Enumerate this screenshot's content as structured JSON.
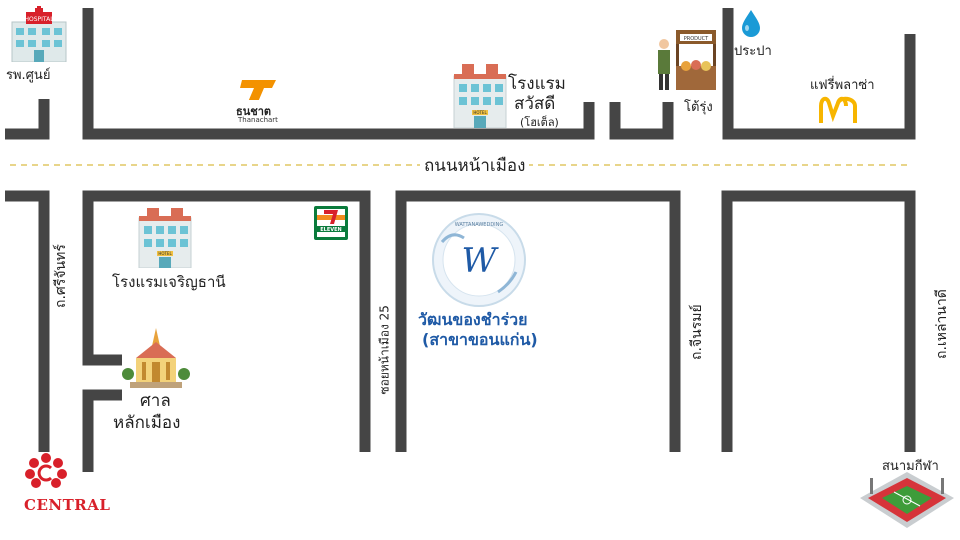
{
  "main_road": "ถนนหน้าเมือง",
  "side_roads": {
    "sirichan": "ถ.ศรีจันทร์",
    "soi_namuang_25": "ซอยหน้าเมือง 25",
    "chinnamai": "ถ.จีนรมย์",
    "lao_nadi": "ถ.เหล่านาดี"
  },
  "places": {
    "hospital": "รพ.ศูนย์",
    "thanachart": "Thanachart",
    "hotel_sawasdee_line1": "โรงแรม",
    "hotel_sawasdee_line2": "สวัสดี",
    "hotel_sawasdee_note": "(โฮเต็ล)",
    "tai_rung": "โต้รุ่ง",
    "water": "ประปา",
    "fairy_plaza": "แฟรี่พลาซ่า",
    "hotel_charoen": "โรงแรมเจริญธานี",
    "shrine_line1": "ศาล",
    "shrine_line2": "หลักเมือง",
    "shop_line1": "วัฒนของชำร่วย",
    "shop_line2": "(สาขาขอนแก่น)",
    "stadium": "สนามกีฬา",
    "central": "CENTRAL",
    "seven_eleven": "ELEVEN"
  },
  "icon_text": {
    "hospital_sign": "HOSPITAL",
    "market_sign": "PRODUCT",
    "hotel_sign": "HOTEL",
    "shop_logo_letter": "W",
    "shop_logo_ring": "WATTANAWEDDING"
  },
  "colors": {
    "road": "#454545",
    "center_line": "#e8d58a",
    "shop_blue": "#1f5aa6",
    "central_red": "#d8202a",
    "mcd_yellow": "#f7b500",
    "thana_orange": "#f39200"
  }
}
